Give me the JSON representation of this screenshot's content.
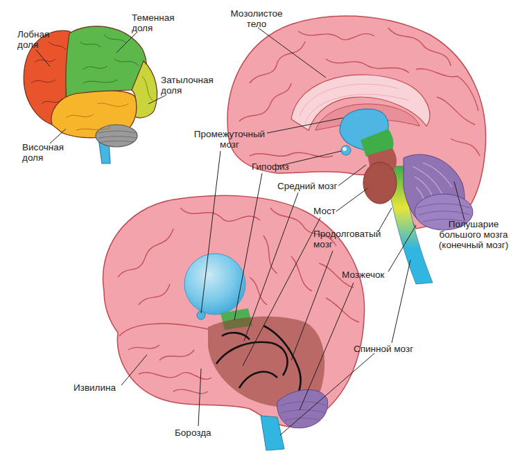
{
  "diagram": {
    "labels": [
      "Мозолистое тело",
      "Лобная доля",
      "Теменная доля",
      "Затылочная доля",
      "Промежуточный мозг",
      "Височная доля",
      "Гипофиз",
      "Средний мозг",
      "Мост",
      "Продолговатый мозг",
      "Полушарие большого мозга (конечный мозг)",
      "Мозжечок",
      "Спинной мозг",
      "Извилина",
      "Борозда"
    ]
  }
}
